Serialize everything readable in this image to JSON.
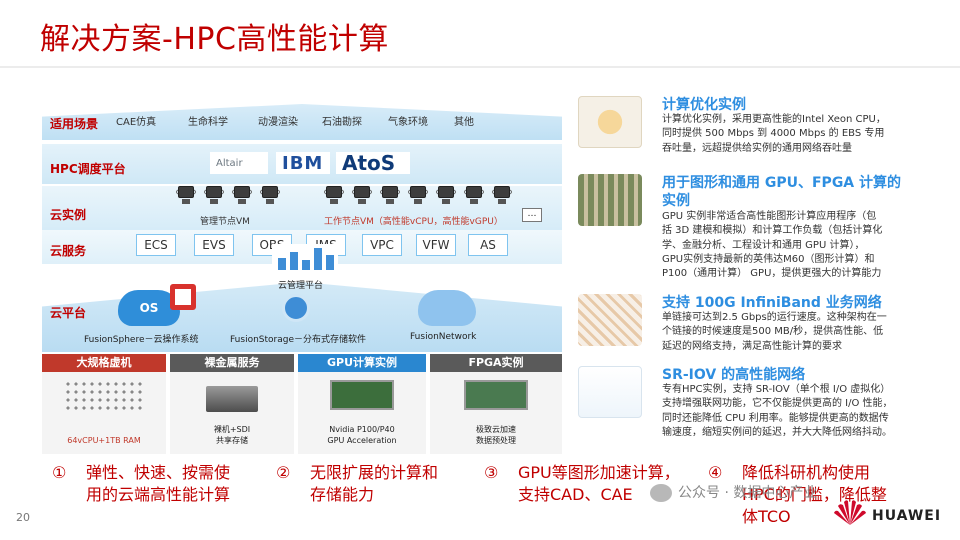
{
  "slide": {
    "title": "解决方案-HPC高性能计算",
    "page_number": "20"
  },
  "diagram": {
    "layers": [
      "适用场景",
      "HPC调度平台",
      "云实例",
      "云服务",
      "云平台"
    ],
    "app_scenarios": [
      "CAE仿真",
      "生命科学",
      "动漫渲染",
      "石油勘探",
      "气象环境",
      "其他"
    ],
    "vendors": {
      "altair": "Altair",
      "ibm": "IBM",
      "atos": "AtoS"
    },
    "vm_captions": {
      "mgmt": "管理节点VM",
      "work": "工作节点VM（高性能vCPU，高性能vGPU）",
      "more": "…"
    },
    "services": [
      "ECS",
      "EVS",
      "OBS",
      "IMS",
      "VPC",
      "VFW",
      "AS"
    ],
    "cloud_mgmt": "云管理平台",
    "platform": {
      "os_badge": "OS",
      "sphere": "FusionSphere－云操作系统",
      "storage": "FusionStorage－分布式存储软件",
      "network": "FusionNetwork"
    },
    "instances": [
      {
        "name": "大规格虚机",
        "color": "#c0392b",
        "caption": "64vCPU+1TB RAM"
      },
      {
        "name": "裸金属服务",
        "color": "#5a5a5a",
        "caption": "裸机+SDI\n共享存储"
      },
      {
        "name": "GPU计算实例",
        "color": "#2a87d0",
        "caption": "Nvidia P100/P40\nGPU Acceleration"
      },
      {
        "name": "FPGA实例",
        "color": "#5a5a5a",
        "caption": "极致云加速\n数据预处理"
      }
    ]
  },
  "features": [
    {
      "title": "计算优化实例",
      "lines": [
        "计算优化实例，采用更高性能的Intel Xeon CPU，",
        "同时提供 500 Mbps 到 4000 Mbps 的 EBS 专用",
        "吞吐量，远超提供给实例的通用网络吞吐量"
      ]
    },
    {
      "title": "用于图形和通用 GPU、FPGA 计算的",
      "title2": "实例",
      "lines": [
        "GPU 实例非常适合高性能图形计算应用程序（包",
        "括 3D 建模和模拟）和计算工作负载（包括计算化",
        "学、金融分析、工程设计和通用 GPU 计算），",
        "GPU实例支持最新的英伟达M60（图形计算）和",
        "P100（通用计算） GPU，提供更强大的计算能力"
      ]
    },
    {
      "title": "支持 100G InfiniBand 业务网络",
      "lines": [
        "单链接可达到2.5 Gbps的运行速度。这种架构在一",
        "个链接的时候速度是500 MB/秒，提供高性能、低",
        "延迟的网络支持，满足高性能计算的要求"
      ]
    },
    {
      "title": "SR-IOV 的高性能网络",
      "lines": [
        "专有HPC实例，支持 SR-IOV（单个根 I/O 虚拟化）",
        "支持增强联网功能，它不仅能提供更高的 I/O 性能，",
        "同时还能降低 CPU 利用率。能够提供更高的数据传",
        "输速度，缩短实例间的延迟，并大大降低网络抖动。"
      ]
    }
  ],
  "bullets": [
    {
      "num": "①",
      "lines": [
        "弹性、快速、按需使",
        "用的云端高性能计算"
      ]
    },
    {
      "num": "②",
      "lines": [
        "无限扩展的计算和",
        "存储能力"
      ]
    },
    {
      "num": "③",
      "lines": [
        "GPU等图形加速计算，",
        "支持CAD、CAE"
      ]
    },
    {
      "num": "④",
      "lines": [
        "降低科研机构使用",
        "HPC的门槛，降低整",
        "体TCO"
      ]
    }
  ],
  "watermark": "公众号 · 数据中心产业",
  "brand": "HUAWEI",
  "colors": {
    "title": "#c00000",
    "feature_title": "#2e8ee0",
    "bullet": "#c00000"
  }
}
